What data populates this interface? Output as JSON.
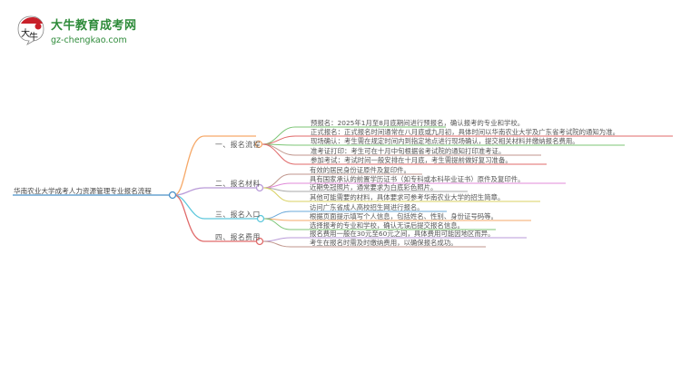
{
  "logo": {
    "badge_glyph": "大牛",
    "title": "大牛教育成考网",
    "url": "gz-chengkao.com",
    "brand_color": "#2e8b3a",
    "badge_accent": "#c8202a"
  },
  "mindmap": {
    "root": {
      "label": "华南农业大学成考人力资源管理专业报名流程",
      "color": "#4a90c8"
    },
    "branches": [
      {
        "label": "一、报名流程",
        "color": "#f6a969",
        "children": [
          {
            "text": "预报名：2025年1月至8月底期间进行预报名，确认报考的专业和学校。",
            "color": "#7cc576"
          },
          {
            "text": "正式报名：正式报名时间通常在八月底或九月初，具体时间以华南农业大学及广东省考试院的通知为准。",
            "color": "#e06a6a"
          },
          {
            "text": "现场确认：考生需在规定时间内到指定地点进行现场确认，提交相关材料并缴纳报名费用。",
            "color": "#7cc576"
          },
          {
            "text": "准考证打印：考生可在十月中旬根据省考试院的通知打印准考证。",
            "color": "#c0968c"
          },
          {
            "text": "参加考试：考试时间一般安排在十月底，考生需提前做好复习准备。",
            "color": "#e06a6a"
          }
        ]
      },
      {
        "label": "二、报名材料",
        "color": "#b99ad8",
        "children": [
          {
            "text": "有效的居民身份证原件及复印件。",
            "color": "#c0968c"
          },
          {
            "text": "具有国家承认的前置学历证书（如专科或本科毕业证书）原件及复印件。",
            "color": "#e08ad8"
          },
          {
            "text": "近期免冠照片，通常要求为白底彩色照片。",
            "color": "#a8a8a8"
          },
          {
            "text": "其他可能需要的材料，具体要求可参考华南农业大学的招生简章。",
            "color": "#d8d060"
          }
        ]
      },
      {
        "label": "三、报名入口",
        "color": "#5ec8dc",
        "children": [
          {
            "text": "访问广东省成人高校招生网进行报名。",
            "color": "#6aa8d8"
          },
          {
            "text": "根据页面提示填写个人信息，包括姓名、性别、身份证号码等。",
            "color": "#f6a969"
          },
          {
            "text": "选择报考的专业和学校，确认无误后提交报名信息。",
            "color": "#7cc576"
          }
        ]
      },
      {
        "label": "四、报名费用",
        "color": "#e06a6a",
        "children": [
          {
            "text": "报名费用一般在30元至60元之间，具体费用可能因地区而异。",
            "color": "#b99ad8"
          },
          {
            "text": "考生在报名时需及时缴纳费用，以确保报名成功。",
            "color": "#c0968c"
          }
        ]
      }
    ]
  }
}
